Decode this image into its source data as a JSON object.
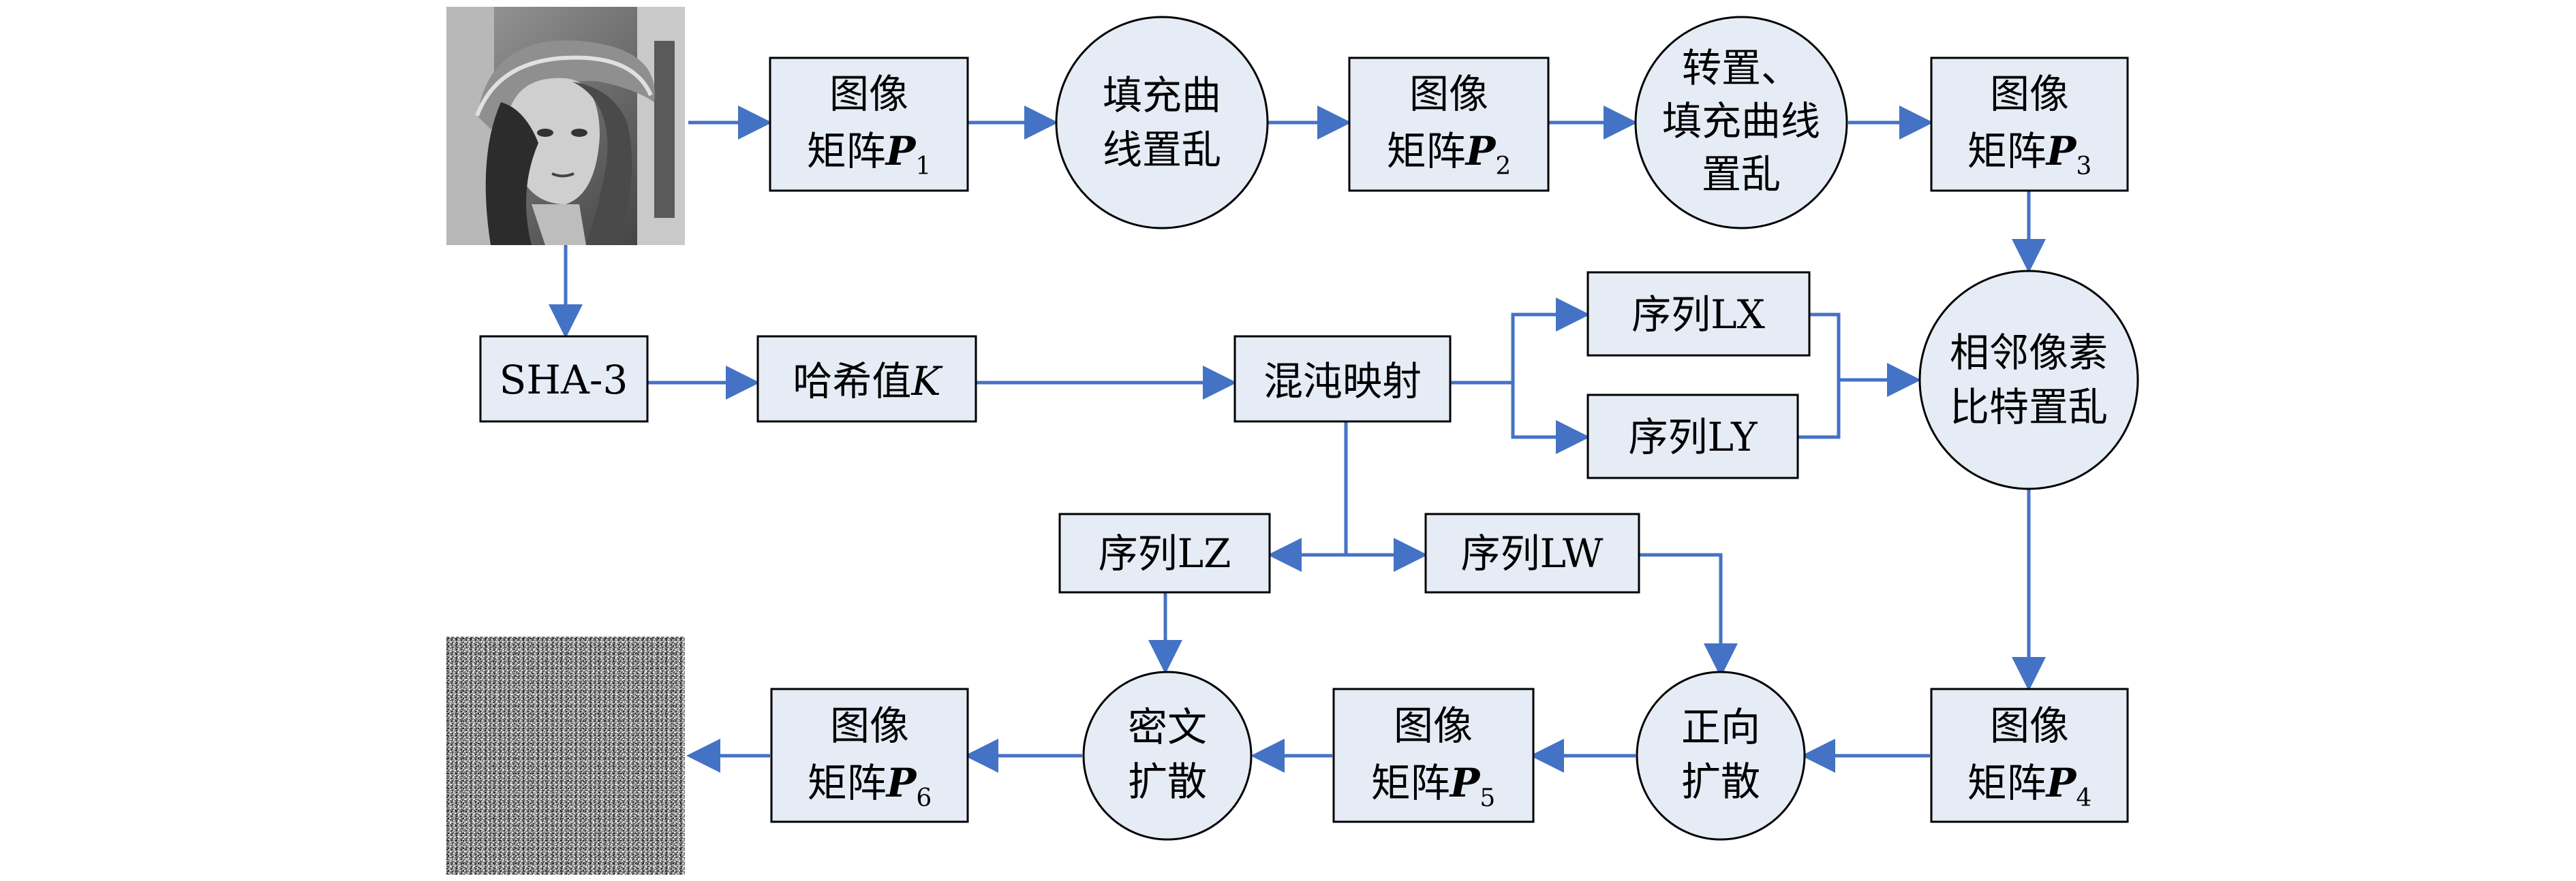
{
  "colors": {
    "node_fill": "#e6ecf6",
    "node_stroke": "#000000",
    "arrow": "#4472c4"
  },
  "images": {
    "input": {
      "name": "input-image",
      "kind": "grayscale-portrait"
    },
    "output": {
      "name": "output-image",
      "kind": "noise"
    }
  },
  "nodes": {
    "p1": {
      "line1": "图像",
      "line2": "矩阵",
      "var": "P",
      "sub": "1"
    },
    "p2": {
      "line1": "图像",
      "line2": "矩阵",
      "var": "P",
      "sub": "2"
    },
    "p3": {
      "line1": "图像",
      "line2": "矩阵",
      "var": "P",
      "sub": "3"
    },
    "p4": {
      "line1": "图像",
      "line2": "矩阵",
      "var": "P",
      "sub": "4"
    },
    "p5": {
      "line1": "图像",
      "line2": "矩阵",
      "var": "P",
      "sub": "5"
    },
    "p6": {
      "line1": "图像",
      "line2": "矩阵",
      "var": "P",
      "sub": "6"
    },
    "fill_curve": {
      "line1": "填充曲",
      "line2": "线置乱"
    },
    "transpose": {
      "line1": "转置、",
      "line2": "填充曲线",
      "line3": "置乱"
    },
    "sha3": {
      "label": "SHA-3"
    },
    "hash": {
      "label": "哈希值",
      "var": "K"
    },
    "chaos": {
      "label": "混沌映射"
    },
    "lx": {
      "label": "序列LX"
    },
    "ly": {
      "label": "序列LY"
    },
    "lz": {
      "label": "序列LZ"
    },
    "lw": {
      "label": "序列LW"
    },
    "bit_scramble": {
      "line1": "相邻像素",
      "line2": "比特置乱"
    },
    "forward_diffusion": {
      "line1": "正向",
      "line2": "扩散"
    },
    "cipher_diffusion": {
      "line1": "密文",
      "line2": "扩散"
    }
  }
}
